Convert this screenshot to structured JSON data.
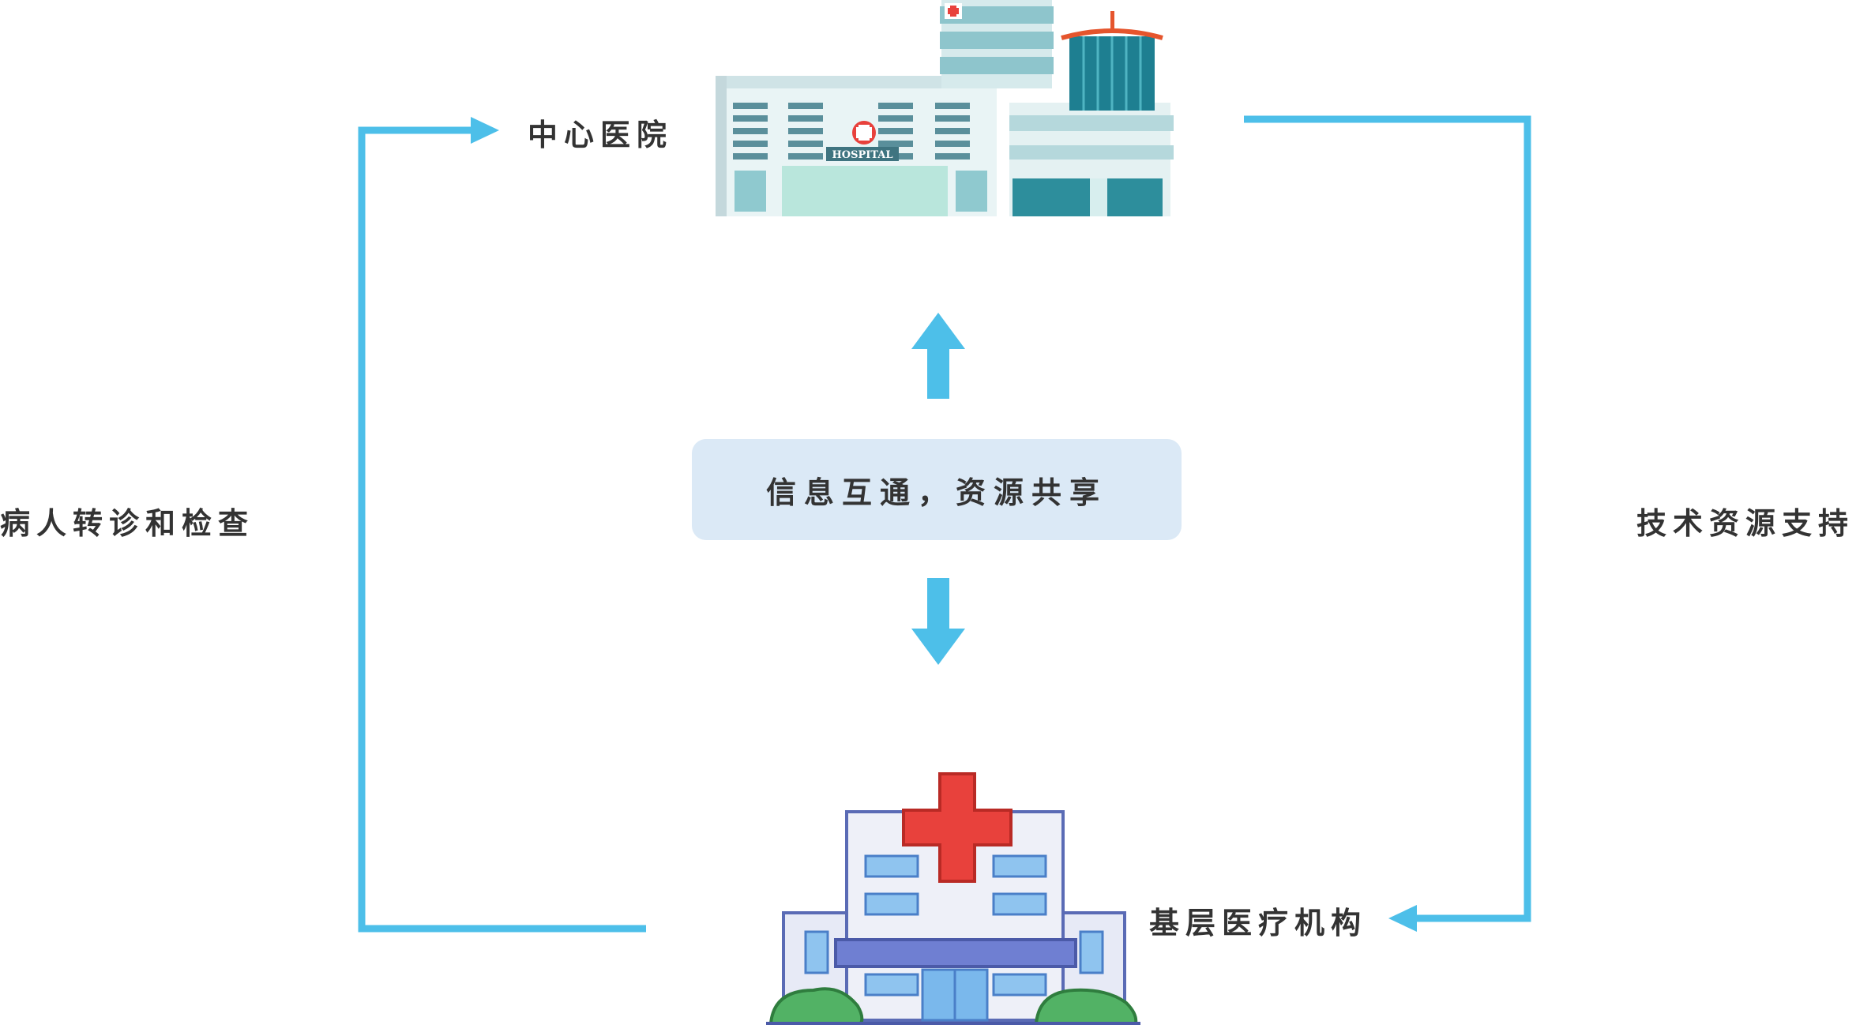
{
  "nodes": {
    "central_hospital": "中心医院",
    "grassroots_institution": "基层医疗机构",
    "hospital_sign": "HOSPITAL"
  },
  "center_box": {
    "text": "信息互通，资源共享"
  },
  "flows": {
    "left": "病人转诊和检查",
    "right": "技术资源支持"
  },
  "colors": {
    "arrow": "#4dbfe9",
    "box_fill": "#dbe9f6",
    "text": "#333333"
  }
}
